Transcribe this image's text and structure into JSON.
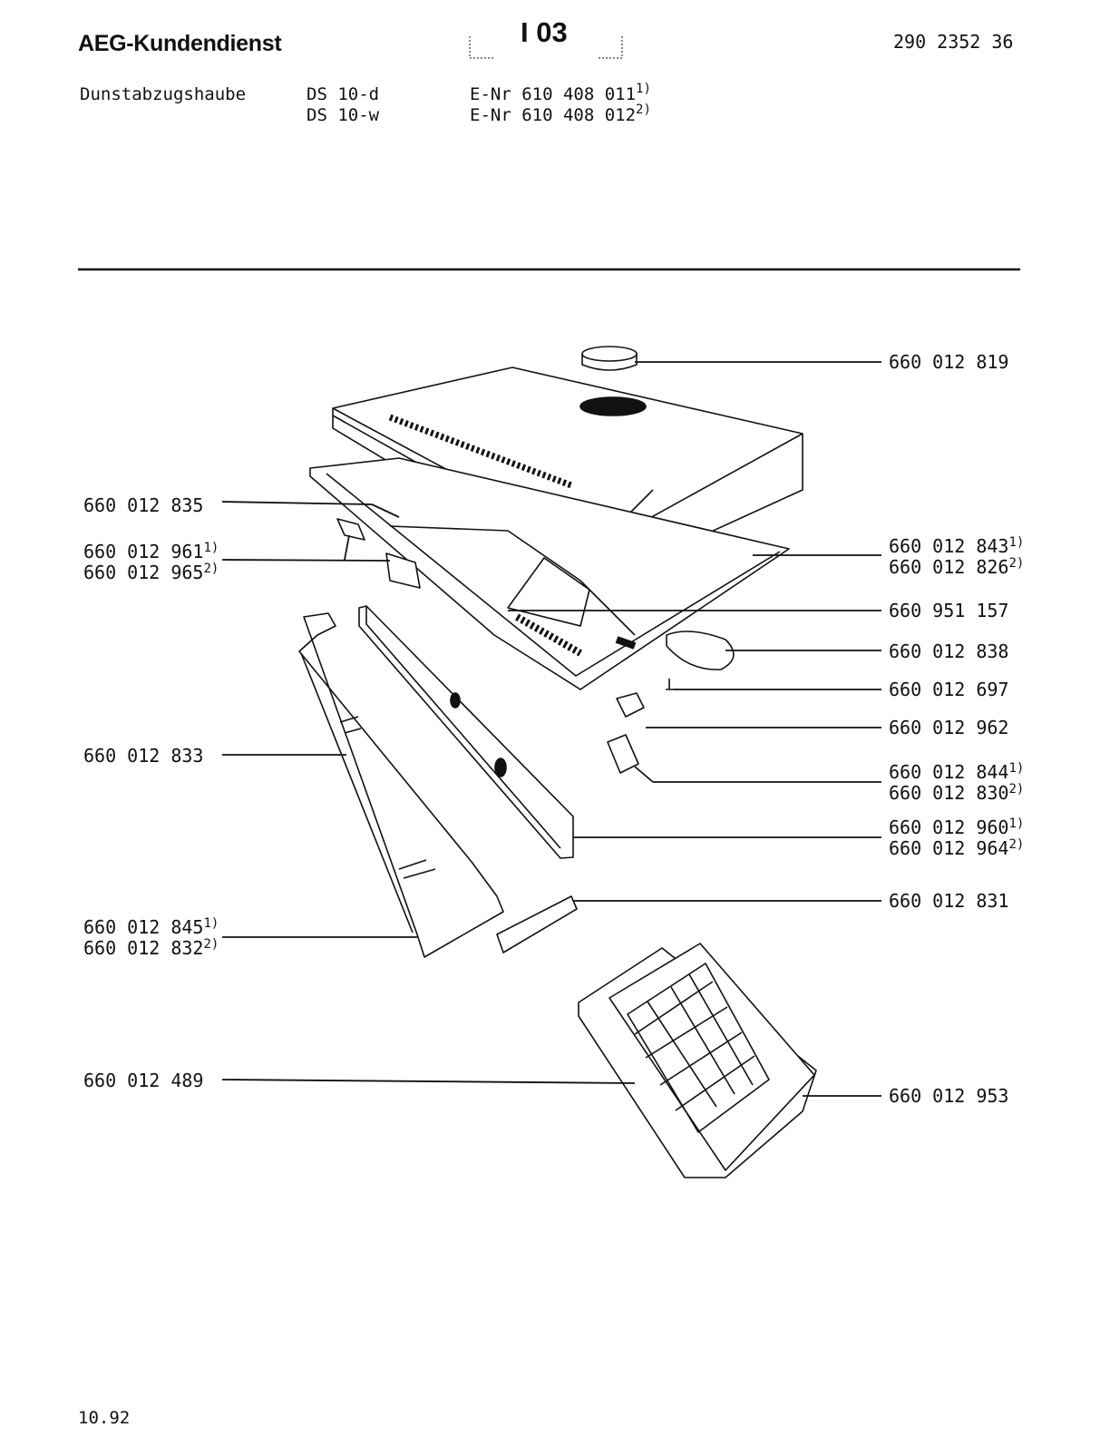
{
  "header": {
    "brand": "AEG-Kundendienst",
    "sheet": "I 03",
    "doc_number": "290 2352 36"
  },
  "model": {
    "product": "Dunstabzugshaube",
    "variants": [
      {
        "model": "DS 10-d",
        "enr": "E-Nr 610 408 011",
        "note": "1)"
      },
      {
        "model": "DS 10-w",
        "enr": "E-Nr 610 408 012",
        "note": "2)"
      }
    ]
  },
  "parts_left": [
    {
      "lines": [
        {
          "num": "660 012 835",
          "note": ""
        }
      ]
    },
    {
      "lines": [
        {
          "num": "660 012 961",
          "note": "1)"
        },
        {
          "num": "660 012 965",
          "note": "2)"
        }
      ]
    },
    {
      "lines": [
        {
          "num": "660 012 833",
          "note": ""
        }
      ]
    },
    {
      "lines": [
        {
          "num": "660 012 845",
          "note": "1)"
        },
        {
          "num": "660 012 832",
          "note": "2)"
        }
      ]
    },
    {
      "lines": [
        {
          "num": "660 012 489",
          "note": ""
        }
      ]
    }
  ],
  "parts_right": [
    {
      "lines": [
        {
          "num": "660 012 819",
          "note": ""
        }
      ]
    },
    {
      "lines": [
        {
          "num": "660 012 843",
          "note": "1)"
        },
        {
          "num": "660 012 826",
          "note": "2)"
        }
      ]
    },
    {
      "lines": [
        {
          "num": "660 951 157",
          "note": ""
        }
      ]
    },
    {
      "lines": [
        {
          "num": "660 012 838",
          "note": ""
        }
      ]
    },
    {
      "lines": [
        {
          "num": "660 012 697",
          "note": ""
        }
      ]
    },
    {
      "lines": [
        {
          "num": "660 012 962",
          "note": ""
        }
      ]
    },
    {
      "lines": [
        {
          "num": "660 012 844",
          "note": "1)"
        },
        {
          "num": "660 012 830",
          "note": "2)"
        }
      ]
    },
    {
      "lines": [
        {
          "num": "660 012 960",
          "note": "1)"
        },
        {
          "num": "660 012 964",
          "note": "2)"
        }
      ]
    },
    {
      "lines": [
        {
          "num": "660 012 831",
          "note": ""
        }
      ]
    },
    {
      "lines": [
        {
          "num": "660 012 953",
          "note": ""
        }
      ]
    }
  ],
  "footer": {
    "date": "10.92"
  }
}
